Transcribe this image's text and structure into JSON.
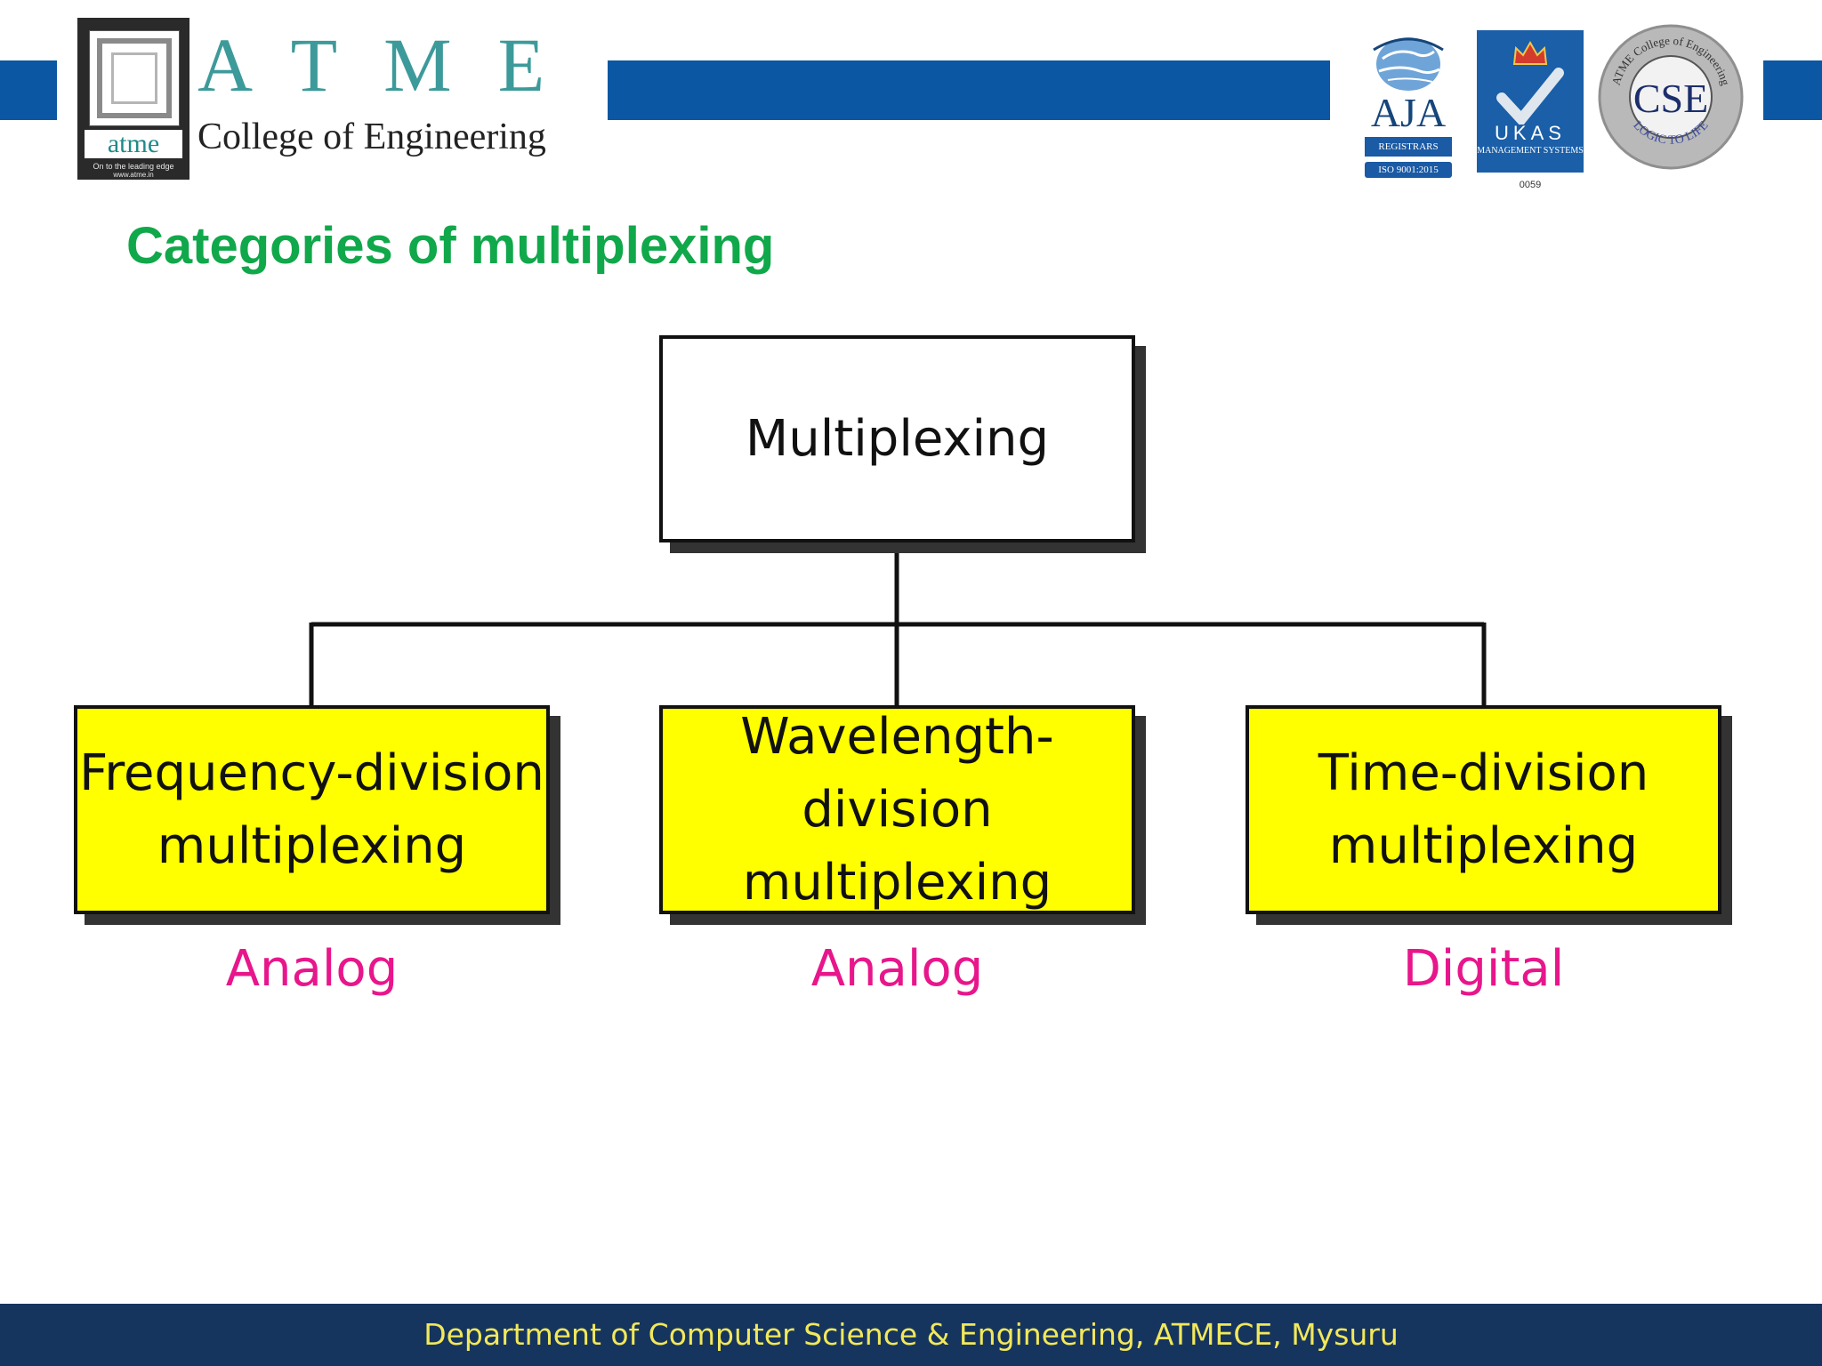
{
  "header": {
    "logo": {
      "word": "atme",
      "tagline": "On to the leading edge",
      "website": "www.atme.in"
    },
    "brand_letters": "ATME",
    "brand_subtitle": "College of Engineering",
    "band_color": "#0b57a3",
    "certifications": {
      "aja": {
        "name": "AJA",
        "registrars": "REGISTRARS",
        "iso": "ISO 9001:2015"
      },
      "ukas": {
        "name": "UKAS",
        "management": "MANAGEMENT SYSTEMS",
        "number": "0059"
      },
      "cse": {
        "initials": "CSE",
        "ring_top": "ATME College of Engineering",
        "ring_bottom": "LOGIC TO LIFE"
      }
    }
  },
  "slide": {
    "title": "Categories of multiplexing",
    "title_color": "#10a84a"
  },
  "diagram": {
    "root": {
      "label": "Multiplexing"
    },
    "children": [
      {
        "line1": "Frequency-division",
        "line2": "multiplexing",
        "signal": "Analog"
      },
      {
        "line1": "Wavelength-division",
        "line2": "multiplexing",
        "signal": "Analog"
      },
      {
        "line1": "Time-division",
        "line2": "multiplexing",
        "signal": "Digital"
      }
    ],
    "leaf_color": "#ffff00",
    "signal_color": "#e8168b"
  },
  "footer": {
    "text": "Department of Computer Science & Engineering, ATMECE, Mysuru",
    "background": "#16355e",
    "text_color": "#f2e85a"
  }
}
